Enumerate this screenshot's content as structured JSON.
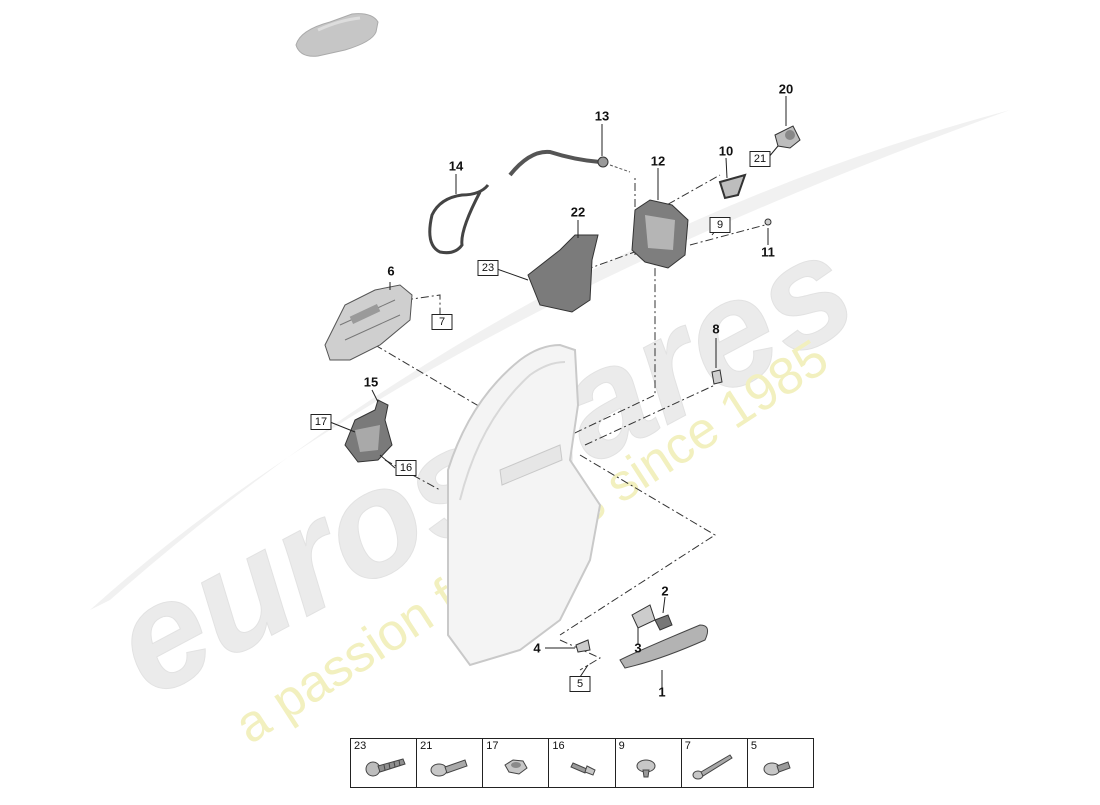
{
  "watermark": {
    "brand": "eurospares",
    "tagline": "a passion for parts since 1985"
  },
  "callouts": [
    {
      "id": "1",
      "label": "1"
    },
    {
      "id": "2",
      "label": "2"
    },
    {
      "id": "3",
      "label": "3"
    },
    {
      "id": "4",
      "label": "4"
    },
    {
      "id": "6",
      "label": "6"
    },
    {
      "id": "8",
      "label": "8"
    },
    {
      "id": "10",
      "label": "10"
    },
    {
      "id": "11",
      "label": "11"
    },
    {
      "id": "12",
      "label": "12"
    },
    {
      "id": "13",
      "label": "13"
    },
    {
      "id": "14",
      "label": "14"
    },
    {
      "id": "15",
      "label": "15"
    },
    {
      "id": "20",
      "label": "20"
    },
    {
      "id": "22",
      "label": "22"
    }
  ],
  "boxed_callouts": [
    {
      "id": "5",
      "label": "5"
    },
    {
      "id": "7",
      "label": "7"
    },
    {
      "id": "9",
      "label": "9"
    },
    {
      "id": "16",
      "label": "16"
    },
    {
      "id": "17",
      "label": "17"
    },
    {
      "id": "21",
      "label": "21"
    },
    {
      "id": "23",
      "label": "23"
    }
  ],
  "fastener_table": [
    {
      "label": "23",
      "icon": "screw-icon"
    },
    {
      "label": "21",
      "icon": "bolt-icon"
    },
    {
      "label": "17",
      "icon": "nut-icon"
    },
    {
      "label": "16",
      "icon": "stud-bolt-icon"
    },
    {
      "label": "9",
      "icon": "clip-icon"
    },
    {
      "label": "7",
      "icon": "long-bolt-icon"
    },
    {
      "label": "5",
      "icon": "flange-screw-icon"
    }
  ],
  "colors": {
    "part_fill": "#cfcfcf",
    "part_dark": "#6f6f6f",
    "line": "#333333",
    "watermark_grey": "#ebebeb",
    "watermark_yellow": "#f2f0bf"
  }
}
